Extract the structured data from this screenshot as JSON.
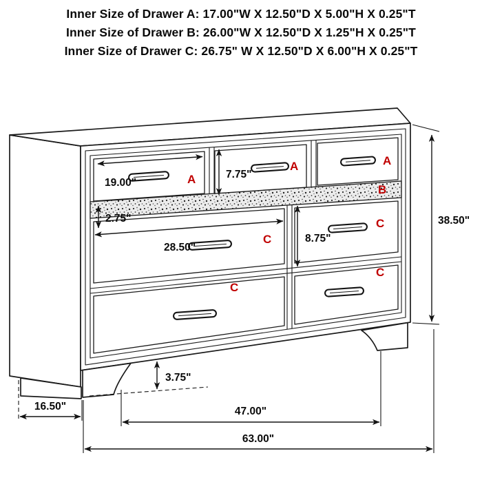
{
  "title": {
    "line1": "Inner Size of Drawer A: 17.00\"W X 12.50\"D X 5.00\"H X 0.25\"T",
    "line2": "Inner Size of Drawer B: 26.00\"W X 12.50\"D X 1.25\"H X 0.25\"T",
    "line3": "Inner Size of Drawer C: 26.75\" W X 12.50\"D X 6.00\"H X 0.25\"T"
  },
  "drawer_labels": {
    "a": "A",
    "b": "B",
    "c": "C"
  },
  "dimensions": {
    "top_drawer_width": "19.00\"",
    "top_drawer_height": "7.75\"",
    "tray_height": "2.75\"",
    "middle_drawer_width": "28.50\"",
    "middle_drawer_height": "8.75\"",
    "overall_height": "38.50\"",
    "foot_height": "3.75\"",
    "side_depth": "16.50\"",
    "feet_span": "47.00\"",
    "overall_width": "63.00\""
  },
  "colors": {
    "label_red": "#c00000",
    "line_black": "#1a1a1a",
    "background": "#ffffff"
  }
}
